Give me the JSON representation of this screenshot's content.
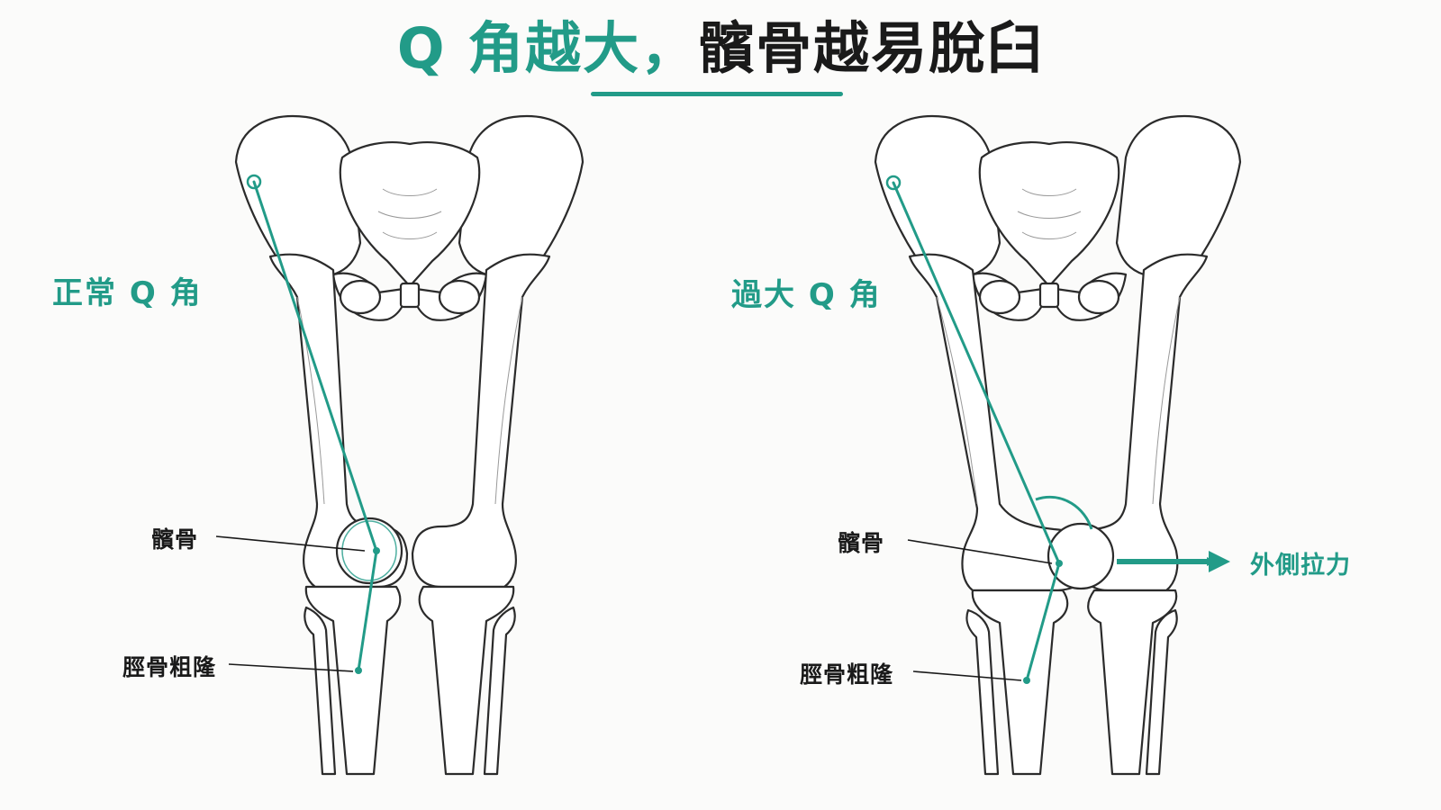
{
  "title": {
    "accent": "Q 角越大，",
    "rest": "髕骨越易脫臼"
  },
  "left_panel": {
    "label": "正常 Q 角",
    "patella_label": "髕骨",
    "tuberosity_label": "脛骨粗隆"
  },
  "right_panel": {
    "label": "過大 Q 角",
    "patella_label": "髕骨",
    "tuberosity_label": "脛骨粗隆",
    "force_label": "外側拉力"
  },
  "colors": {
    "accent": "#229b88",
    "ink": "#1a1a1a",
    "bone": "#ffffff"
  }
}
